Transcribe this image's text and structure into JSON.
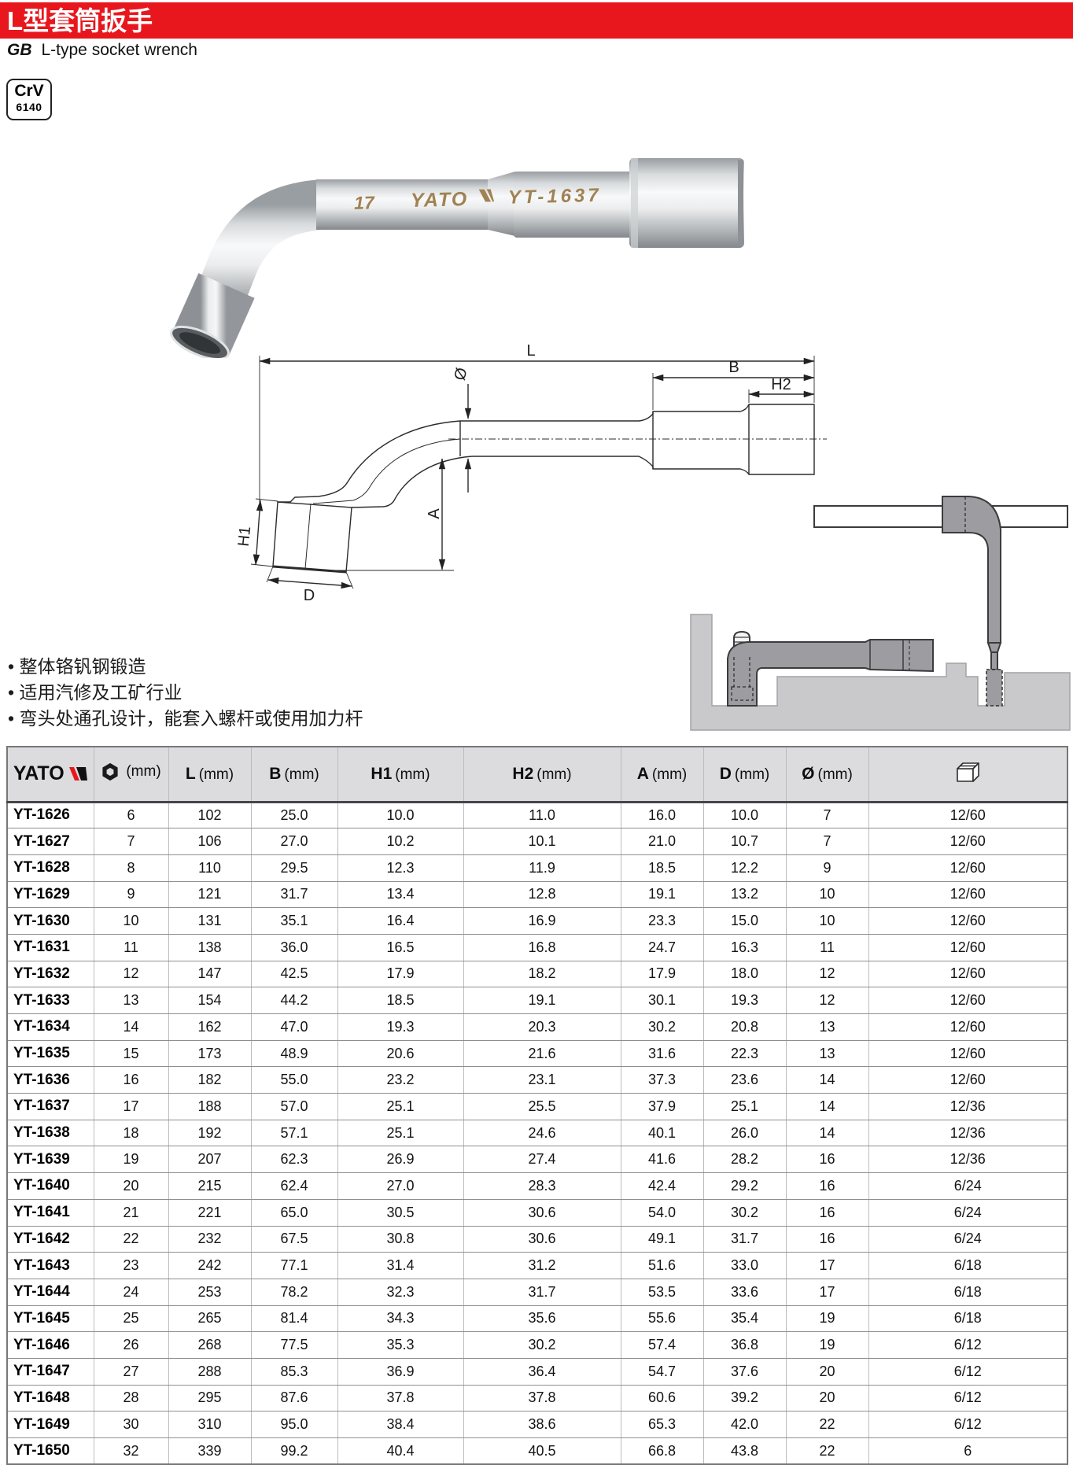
{
  "page": {
    "accent_red": "#e8171e",
    "background": "#ffffff"
  },
  "header": {
    "title_zh": "L型套筒扳手",
    "standard_code": "GB",
    "subtitle_en": "L-type socket wrench",
    "material_badge": {
      "line1": "CrV",
      "line2": "6140"
    }
  },
  "photo": {
    "engraving_size": "17",
    "engraving_brand": "YATO",
    "engraving_model": "YT-1637"
  },
  "diagram": {
    "dim_total_length": "L",
    "dim_b": "B",
    "dim_h2": "H2",
    "dim_diameter": "Ø",
    "dim_a": "A",
    "dim_h1": "H1",
    "dim_d": "D"
  },
  "features": [
    "• 整体铬钒钢锻造",
    "• 适用汽修及工矿行业",
    "• 弯头处通孔设计，能套入螺杆或使用加力杆"
  ],
  "table": {
    "brand": "YATO",
    "columns": [
      {
        "type": "logo",
        "label": "YATO"
      },
      {
        "type": "hex-icon",
        "label": "",
        "unit": "(mm)"
      },
      {
        "label": "L",
        "unit": "(mm)"
      },
      {
        "label": "B",
        "unit": "(mm)"
      },
      {
        "label": "H1",
        "unit": "(mm)"
      },
      {
        "label": "H2",
        "unit": "(mm)"
      },
      {
        "label": "A",
        "unit": "(mm)"
      },
      {
        "label": "D",
        "unit": "(mm)"
      },
      {
        "label": "Ø",
        "unit": "(mm)"
      },
      {
        "type": "box-icon",
        "label": ""
      }
    ],
    "rows": [
      {
        "model": "YT-1626",
        "values": [
          "6",
          "102",
          "25.0",
          "10.0",
          "11.0",
          "16.0",
          "10.0",
          "7",
          "12/60"
        ]
      },
      {
        "model": "YT-1627",
        "values": [
          "7",
          "106",
          "27.0",
          "10.2",
          "10.1",
          "21.0",
          "10.7",
          "7",
          "12/60"
        ]
      },
      {
        "model": "YT-1628",
        "values": [
          "8",
          "110",
          "29.5",
          "12.3",
          "11.9",
          "18.5",
          "12.2",
          "9",
          "12/60"
        ]
      },
      {
        "model": "YT-1629",
        "values": [
          "9",
          "121",
          "31.7",
          "13.4",
          "12.8",
          "19.1",
          "13.2",
          "10",
          "12/60"
        ]
      },
      {
        "model": "YT-1630",
        "values": [
          "10",
          "131",
          "35.1",
          "16.4",
          "16.9",
          "23.3",
          "15.0",
          "10",
          "12/60"
        ]
      },
      {
        "model": "YT-1631",
        "values": [
          "11",
          "138",
          "36.0",
          "16.5",
          "16.8",
          "24.7",
          "16.3",
          "11",
          "12/60"
        ]
      },
      {
        "model": "YT-1632",
        "values": [
          "12",
          "147",
          "42.5",
          "17.9",
          "18.2",
          "17.9",
          "18.0",
          "12",
          "12/60"
        ]
      },
      {
        "model": "YT-1633",
        "values": [
          "13",
          "154",
          "44.2",
          "18.5",
          "19.1",
          "30.1",
          "19.3",
          "12",
          "12/60"
        ]
      },
      {
        "model": "YT-1634",
        "values": [
          "14",
          "162",
          "47.0",
          "19.3",
          "20.3",
          "30.2",
          "20.8",
          "13",
          "12/60"
        ]
      },
      {
        "model": "YT-1635",
        "values": [
          "15",
          "173",
          "48.9",
          "20.6",
          "21.6",
          "31.6",
          "22.3",
          "13",
          "12/60"
        ]
      },
      {
        "model": "YT-1636",
        "values": [
          "16",
          "182",
          "55.0",
          "23.2",
          "23.1",
          "37.3",
          "23.6",
          "14",
          "12/60"
        ]
      },
      {
        "model": "YT-1637",
        "values": [
          "17",
          "188",
          "57.0",
          "25.1",
          "25.5",
          "37.9",
          "25.1",
          "14",
          "12/36"
        ]
      },
      {
        "model": "YT-1638",
        "values": [
          "18",
          "192",
          "57.1",
          "25.1",
          "24.6",
          "40.1",
          "26.0",
          "14",
          "12/36"
        ]
      },
      {
        "model": "YT-1639",
        "values": [
          "19",
          "207",
          "62.3",
          "26.9",
          "27.4",
          "41.6",
          "28.2",
          "16",
          "12/36"
        ]
      },
      {
        "model": "YT-1640",
        "values": [
          "20",
          "215",
          "62.4",
          "27.0",
          "28.3",
          "42.4",
          "29.2",
          "16",
          "6/24"
        ]
      },
      {
        "model": "YT-1641",
        "values": [
          "21",
          "221",
          "65.0",
          "30.5",
          "30.6",
          "54.0",
          "30.2",
          "16",
          "6/24"
        ]
      },
      {
        "model": "YT-1642",
        "values": [
          "22",
          "232",
          "67.5",
          "30.8",
          "30.6",
          "49.1",
          "31.7",
          "16",
          "6/24"
        ]
      },
      {
        "model": "YT-1643",
        "values": [
          "23",
          "242",
          "77.1",
          "31.4",
          "31.2",
          "51.6",
          "33.0",
          "17",
          "6/18"
        ]
      },
      {
        "model": "YT-1644",
        "values": [
          "24",
          "253",
          "78.2",
          "32.3",
          "31.7",
          "53.5",
          "33.6",
          "17",
          "6/18"
        ]
      },
      {
        "model": "YT-1645",
        "values": [
          "25",
          "265",
          "81.4",
          "34.3",
          "35.6",
          "55.6",
          "35.4",
          "19",
          "6/18"
        ]
      },
      {
        "model": "YT-1646",
        "values": [
          "26",
          "268",
          "77.5",
          "35.3",
          "30.2",
          "57.4",
          "36.8",
          "19",
          "6/12"
        ]
      },
      {
        "model": "YT-1647",
        "values": [
          "27",
          "288",
          "85.3",
          "36.9",
          "36.4",
          "54.7",
          "37.6",
          "20",
          "6/12"
        ]
      },
      {
        "model": "YT-1648",
        "values": [
          "28",
          "295",
          "87.6",
          "37.8",
          "37.8",
          "60.6",
          "39.2",
          "20",
          "6/12"
        ]
      },
      {
        "model": "YT-1649",
        "values": [
          "30",
          "310",
          "95.0",
          "38.4",
          "38.6",
          "65.3",
          "42.0",
          "22",
          "6/12"
        ]
      },
      {
        "model": "YT-1650",
        "values": [
          "32",
          "339",
          "99.2",
          "40.4",
          "40.5",
          "66.8",
          "43.8",
          "22",
          "6"
        ]
      }
    ]
  }
}
